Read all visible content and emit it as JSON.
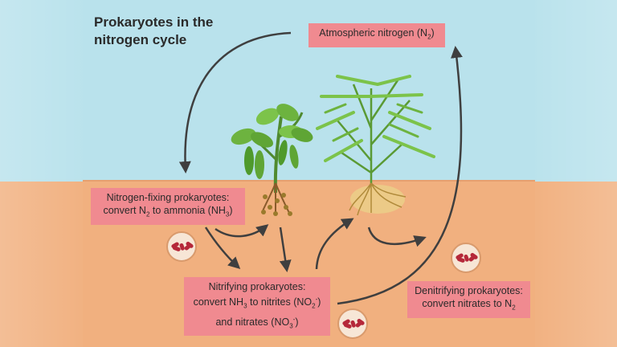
{
  "title_line1": "Prokaryotes in the",
  "title_line2": "nitrogen cycle",
  "atmospheric": {
    "text": "Atmospheric nitrogen (N",
    "sub": "2",
    "close": ")"
  },
  "fixing": {
    "line1": "Nitrogen-fixing prokaryotes:",
    "line2_a": "convert N",
    "line2_sub1": "2",
    "line2_b": " to ammonia (NH",
    "line2_sub2": "3",
    "line2_c": ")"
  },
  "nitrifying": {
    "line1": "Nitrifying prokaryotes:",
    "line2_a": "convert NH",
    "line2_sub1": "3",
    "line2_b": " to nitrites (NO",
    "line2_sub2": "2",
    "line2_sup": "-",
    "line2_c": ")",
    "line3_a": "and nitrates (NO",
    "line3_sub": "3",
    "line3_sup": "-",
    "line3_c": ")"
  },
  "denitrifying": {
    "line1": "Denitrifying prokaryotes:",
    "line2_a": "convert nitrates to N",
    "line2_sub": "2"
  },
  "colors": {
    "sky": "#b9e2ec",
    "soil": "#f1b07f",
    "label": "#f08a90",
    "arrow": "#3f3f3f",
    "bacteria": "#b5283a",
    "leaf": "#6db33f"
  }
}
